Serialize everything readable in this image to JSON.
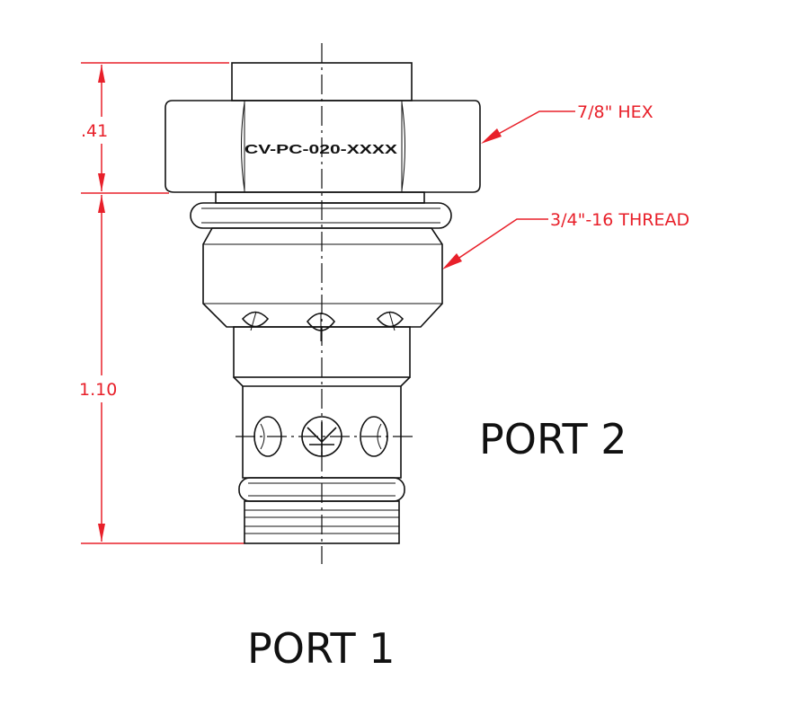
{
  "dimensions": {
    "hex_height": ".41",
    "body_length": "1.10"
  },
  "callouts": {
    "hex": "7/8\" HEX",
    "thread": "3/4\"-16 THREAD"
  },
  "part_number": "CV-PC-020-XXXX",
  "ports": {
    "port1": "PORT 1",
    "port2": "PORT 2"
  },
  "colors": {
    "dimension": "#e8202a",
    "outline": "#111111"
  }
}
